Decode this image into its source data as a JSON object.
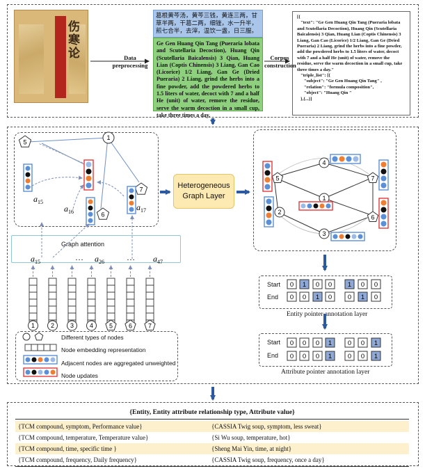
{
  "top": {
    "book_title": "伤寒论",
    "chinese_text": "葛根黄芩汤，黄芩三钱，黄连三两，甘草半两，干葛二两，细锉，水一升半，煎七合半，去滓，温饮一盏，日三服。",
    "english_text": "Ge Gen Huang Qin Tang (Pueraria lobata and Scutellaria Decoction), Huang Qin (Scutellaria Baicalensis) 3 Qian, Huang Lian (Coptis Chinensis) 3 Liang, Gan Cao (Licorice) 1/2 Liang, Gan Ge (Dried Pueraria) 2 Liang, grind the herbs into a fine powder, add the powdered herbs to 1.5 liters of water, decoct with 7 and a half He (unit) of water, remove the residue, serve the warm decoction in a small cup, take three times a day.",
    "arrow1_label": "Data preprocessing",
    "arrow2_label": "Corpus construction",
    "json_lines": [
      "[{",
      "   \"text\": \"Ge Gen Huang Qin Tang (Pueraria lobata and Scutellaria Decoction), Huang Qin (Scutellaria Baicalensis) 3 Qian, Huang Lian (Coptis Chinensis) 3 Liang, Gan Cao (Licorice) 1/2 Liang, Gan Ge (Dried Pueraria) 2 Liang, grind the herbs into a fine powder, add the powdered herbs to 1.5 liters of water, decoct with 7 and a half He (unit) of water, remove the residue, serve the warm decoction in a small cup, take three times a day.\"",
      "   \"triple_list\": [{",
      "      \"subject\": \"Ge Gen Huang Qin Tang\" ,",
      "      \"relation\": \"formula composition\",",
      "      \"object\": \"Huang Qin \"",
      "   },{...}]"
    ]
  },
  "middle": {
    "left_nodes": [
      "5",
      "1",
      "7",
      "6"
    ],
    "attention_labels": [
      "a15",
      "a16",
      "a17"
    ],
    "graph_attention_label": "Graph attention",
    "bottom_alphas": [
      "a15",
      "a26",
      "a47"
    ],
    "ellipsis": "…",
    "node_numbers": [
      "1",
      "2",
      "3",
      "4",
      "5",
      "6",
      "7"
    ],
    "hgl_label": "Heterogeneous Graph Layer",
    "right_nodes": [
      "4",
      "5",
      "7",
      "1",
      "2",
      "6",
      "3"
    ],
    "legend": [
      "Different types of nodes",
      "Node embedding representation",
      "Adjacent nodes are aggregated unweighted",
      "Node updates"
    ],
    "entity_layer": {
      "start_label": "Start",
      "end_label": "End",
      "start": [
        "0",
        "1",
        "0",
        "0",
        "1",
        "0",
        "0"
      ],
      "end": [
        "0",
        "0",
        "1",
        "0",
        "0",
        "1",
        "0"
      ],
      "title": "Entity pointer annotation layer"
    },
    "attr_layer": {
      "start_label": "Start",
      "end_label": "End",
      "start": [
        "0",
        "0",
        "0",
        "1",
        "0",
        "0",
        "1"
      ],
      "end": [
        "0",
        "0",
        "0",
        "1",
        "0",
        "0",
        "1"
      ],
      "title": "Attribute pointer annotation layer"
    }
  },
  "table": {
    "header": "{Entity, Entity attribute relationship type,  Attribute value}",
    "rows": [
      [
        "{TCM compound,  symptom, Performance value}",
        "{CASSIA Twig soup,  symptom,  less sweat}"
      ],
      [
        "{TCM compound, temperature, Temperature value}",
        "{Si Wu soup, temperature, hot}"
      ],
      [
        "{TCM compound, time, specific time }",
        "{Sheng Mai Yin, time, at night}"
      ],
      [
        "{TCM compound, frequency, Daily frequency}",
        "{CASSIA Twig soup, frequency,  once a day}"
      ]
    ]
  },
  "colors": {
    "blue": "#5b8fd6",
    "black": "#111111",
    "orange": "#ee7e32",
    "lightblue": "#9bbbe6",
    "node_update_border": "#e0383b",
    "cell_highlight": "#8ea9d8",
    "hgl_fill": "#fde9b2",
    "table_band": "#fdf0cc",
    "arrow": "#2d5a9e"
  }
}
